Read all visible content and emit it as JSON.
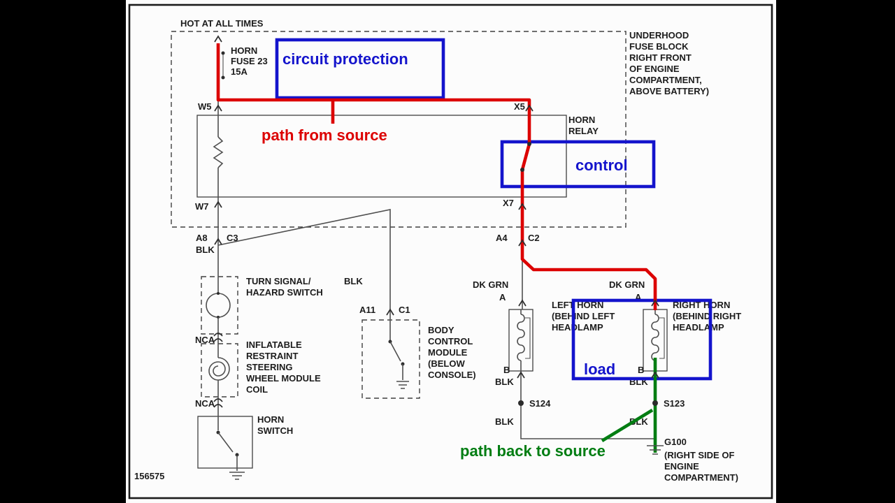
{
  "colors": {
    "red": "#dc0000",
    "blue": "#1414cc",
    "green": "#007d12"
  },
  "annotations": {
    "circuit_protection": "circuit protection",
    "path_from_source": "path from source",
    "control": "control",
    "load": "load",
    "path_back_to_source": "path back to source"
  },
  "header": {
    "hot_at_all_times": "HOT AT ALL TIMES",
    "fuse": [
      "HORN",
      "FUSE 23",
      "15A"
    ],
    "fuse_block_location": [
      "UNDERHOOD",
      "FUSE BLOCK",
      "RIGHT FRONT",
      "OF ENGINE",
      "COMPARTMENT,",
      "ABOVE BATTERY)"
    ]
  },
  "relay": {
    "name": [
      "HORN",
      "RELAY"
    ]
  },
  "connectors": {
    "w5": "W5",
    "x5": "X5",
    "w7": "W7",
    "x7": "X7",
    "a8": "A8",
    "c3": "C3",
    "a4": "A4",
    "c2": "C2",
    "a11": "A11",
    "c1": "C1"
  },
  "wire_labels": {
    "blk": "BLK",
    "dk_grn": "DK GRN",
    "a": "A",
    "b": "B",
    "nca": "NCA"
  },
  "components": {
    "turn_signal": [
      "TURN SIGNAL/",
      "HAZARD SWITCH"
    ],
    "sir_coil": [
      "INFLATABLE",
      "RESTRAINT",
      "STEERING",
      "WHEEL MODULE",
      "COIL"
    ],
    "horn_switch": [
      "HORN",
      "SWITCH"
    ],
    "bcm": [
      "BODY",
      "CONTROL",
      "MODULE",
      "(BELOW",
      "CONSOLE)"
    ],
    "left_horn": [
      "LEFT HORN",
      "(BEHIND LEFT",
      "HEADLAMP"
    ],
    "right_horn": [
      "RIGHT HORN",
      "(BEHIND RIGHT",
      "HEADLAMP"
    ]
  },
  "splices": {
    "s124": "S124",
    "s123": "S123"
  },
  "ground": {
    "g100": [
      "G100",
      "(RIGHT SIDE OF",
      "ENGINE",
      "COMPARTMENT)"
    ]
  },
  "doc_number": "156575"
}
